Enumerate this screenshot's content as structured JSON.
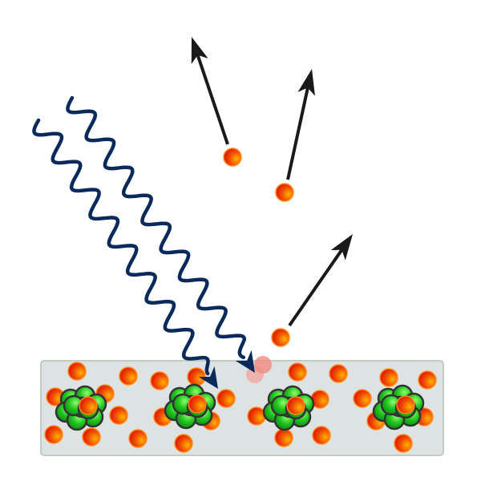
{
  "diagram": {
    "colors": {
      "background": "#ffffff",
      "slab_fill": "#dde3e2",
      "slab_stroke": "#c3ccc0",
      "wave": "#0b2a5c",
      "arrow": "#1a1a1a",
      "electron_core": "#e21a00",
      "electron_highlight": "#ffb000",
      "electron_rim": "#ff8a1a",
      "nucleon_fill": "#1fbf1f",
      "nucleon_light": "#8cff6a",
      "nucleon_stroke": "#333333",
      "absorbed_electron": "#f4a6a0"
    },
    "elements": {
      "incoming_waves": 2,
      "emitted_electrons": 3,
      "nuclei": 4
    }
  }
}
